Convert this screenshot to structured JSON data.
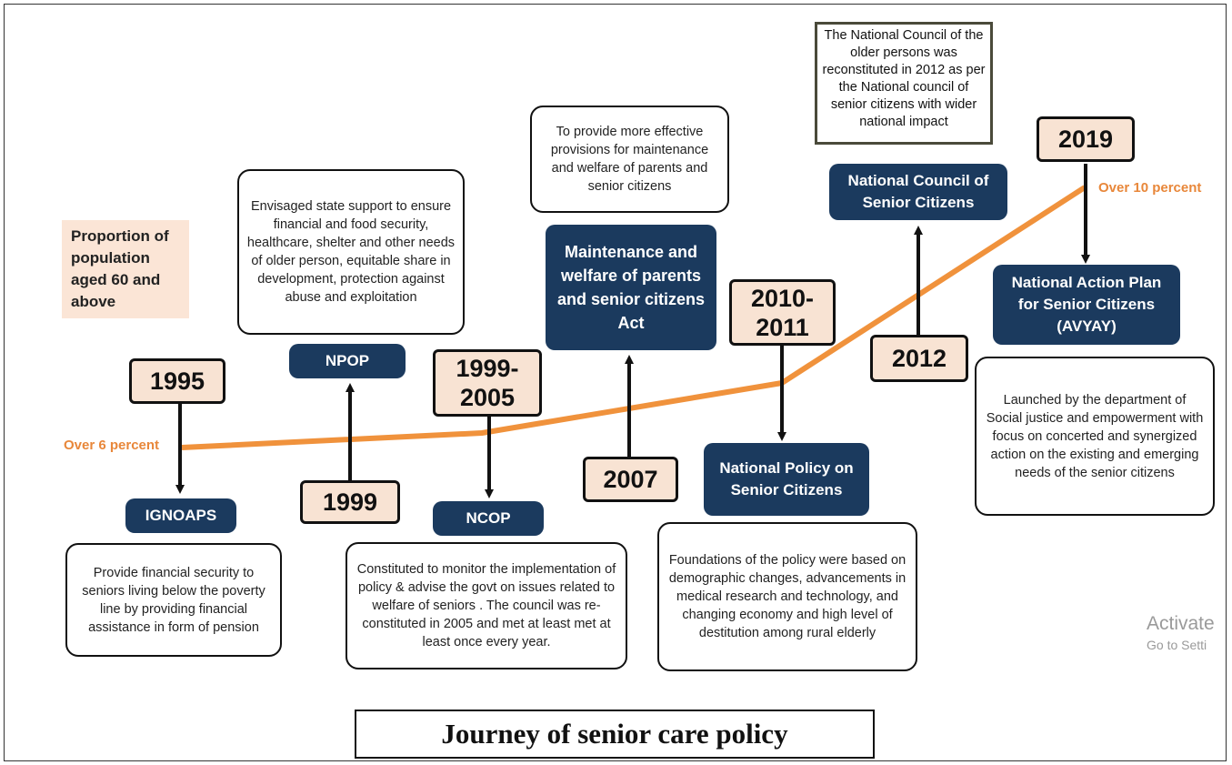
{
  "title": "Journey of senior care policy",
  "legend": "Proportion of population aged 60 and above",
  "percent_start": "Over 6 percent",
  "percent_end": "Over 10 percent",
  "colors": {
    "line": "#f0923c",
    "navy": "#1b3a5e",
    "year_fill": "#f8e3d3",
    "legend_fill": "#fbe5d6"
  },
  "milestones": {
    "m1995": {
      "year": "1995",
      "name": "IGNOAPS",
      "desc": "Provide financial security to seniors living below the poverty line by providing financial assistance in form of pension"
    },
    "m1999": {
      "year": "1999",
      "name": "NPOP",
      "desc": "Envisaged state support to ensure financial and food security, healthcare, shelter and other needs of older person, equitable share in development, protection against abuse and exploitation"
    },
    "m1999_2005": {
      "year": "1999-2005",
      "name": "NCOP",
      "desc": "Constituted to monitor the implementation of policy & advise the govt on issues related to welfare of seniors . The council was re-constituted in 2005 and met at least met at least once every year."
    },
    "m2007": {
      "year": "2007",
      "name": "Maintenance and welfare of parents and senior citizens Act",
      "desc": "To provide more effective provisions for maintenance and welfare of parents and senior citizens"
    },
    "m2010_2011": {
      "year": "2010-2011",
      "name": "National Policy on Senior Citizens",
      "desc": "Foundations of the policy were based on demographic changes, advancements in medical research and technology, and changing economy and high level of destitution among rural elderly"
    },
    "m2012": {
      "year": "2012",
      "name": "National Council of Senior Citizens",
      "desc": "The National Council of the older persons was reconstituted in 2012 as per the National council of senior citizens with wider national impact"
    },
    "m2019": {
      "year": "2019",
      "name": "National Action Plan for Senior Citizens (AVYAY)",
      "desc": "Launched by the department of Social justice and empowerment with focus on concerted and synergized action on the existing and emerging needs of the senior citizens"
    }
  },
  "watermark": {
    "line1": "Activate",
    "line2": "Go to Setti"
  }
}
